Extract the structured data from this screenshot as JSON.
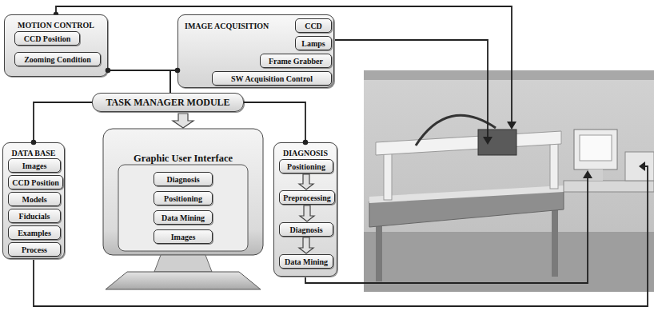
{
  "diagram": {
    "nodes": [
      {
        "text": [
          "MOTION CONTROL"
        ]
      },
      {
        "text": [
          "CCD Position"
        ],
        "in": 0
      },
      {
        "text": [
          "Zooming Condition"
        ],
        "in": 0
      },
      {
        "text": [
          "IMAGE ACQUISITION"
        ]
      },
      {
        "text": [
          "CCD"
        ],
        "in": 3
      },
      {
        "text": [
          "Lamps"
        ],
        "in": 3
      },
      {
        "text": [
          "Frame Grabber"
        ],
        "in": 3
      },
      {
        "text": [
          "SW Acquisition Control"
        ],
        "in": 3
      },
      {
        "text": [
          "TASK MANAGER MODULE"
        ]
      },
      {
        "text": [
          "DATA BASE"
        ]
      },
      {
        "text": [
          "Images"
        ],
        "in": 9
      },
      {
        "text": [
          "CCD Position"
        ],
        "in": 9
      },
      {
        "text": [
          "Models"
        ],
        "in": 9
      },
      {
        "text": [
          "Fiducials"
        ],
        "in": 9
      },
      {
        "text": [
          "Examples"
        ],
        "in": 9
      },
      {
        "text": [
          "Process"
        ],
        "in": 9
      },
      {
        "text": [
          "Graphic User Interface"
        ]
      },
      {
        "text": [
          "Diagnosis"
        ],
        "in": 16
      },
      {
        "text": [
          "Positioning"
        ],
        "in": 16
      },
      {
        "text": [
          "Data Mining"
        ],
        "in": 16
      },
      {
        "text": [
          "Images"
        ],
        "in": 16
      },
      {
        "text": [
          "DIAGNOSIS"
        ]
      },
      {
        "text": [
          "Positioning"
        ],
        "in": 21
      },
      {
        "text": [
          "Preprocessing"
        ],
        "in": 21
      },
      {
        "text": [
          "Diagnosis"
        ],
        "in": 21
      },
      {
        "text": [
          "Data Mining"
        ],
        "in": 21
      }
    ],
    "edges": [
      {
        "from": 8,
        "to": 0,
        "arrow": "none"
      },
      {
        "from": 8,
        "to": 3,
        "arrow": "none"
      },
      {
        "from": 8,
        "to": 9,
        "arrow": "none"
      },
      {
        "from": 8,
        "to": 21,
        "arrow": "none"
      },
      {
        "from": 8,
        "to": 16,
        "arrow": "to"
      },
      {
        "from": 22,
        "to": 23,
        "arrow": "to"
      },
      {
        "from": 23,
        "to": 24,
        "arrow": "to"
      },
      {
        "from": 24,
        "to": 25,
        "arrow": "to"
      }
    ]
  }
}
